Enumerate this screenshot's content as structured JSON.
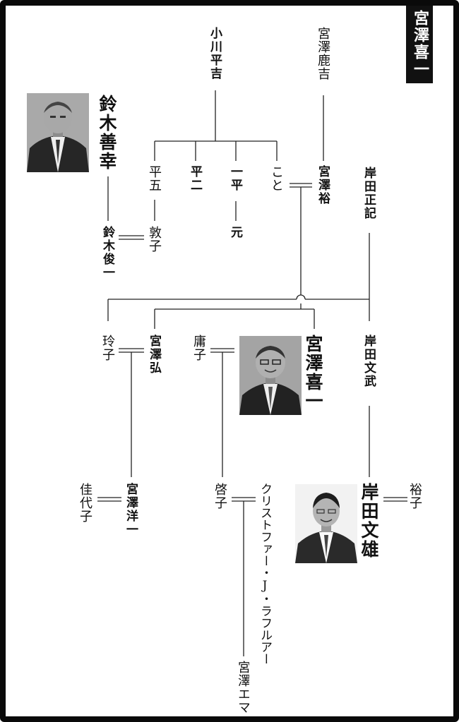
{
  "header": {
    "label": "宮澤喜一"
  },
  "people": {
    "ogawa_heikichi": "小川平吉",
    "miyazawa_shikakichi": "宮澤鹿吉",
    "suzuki_yoshiyuki": "鈴木善幸",
    "heigo": "平五",
    "heiji": "平二",
    "ippei": "一平",
    "koto": "こと",
    "miyazawa_yutaka": "宮澤裕",
    "kishida_masaki": "岸田正記",
    "atsuko": "敦子",
    "suzuki_shunichi": "鈴木俊一",
    "hajime": "元",
    "reiko": "玲子",
    "miyazawa_hiroshi": "宮澤弘",
    "yoko": "庸子",
    "miyazawa_kiichi": "宮澤喜一",
    "kishida_fumitake": "岸田文武",
    "kayoko": "佳代子",
    "miyazawa_yoichi": "宮澤洋一",
    "keiko": "啓子",
    "christopher": "クリストファー・J・ラフルアー",
    "yuko": "裕子",
    "kishida_fumio": "岸田文雄",
    "miyazawa_emma": "宮澤エマ"
  }
}
